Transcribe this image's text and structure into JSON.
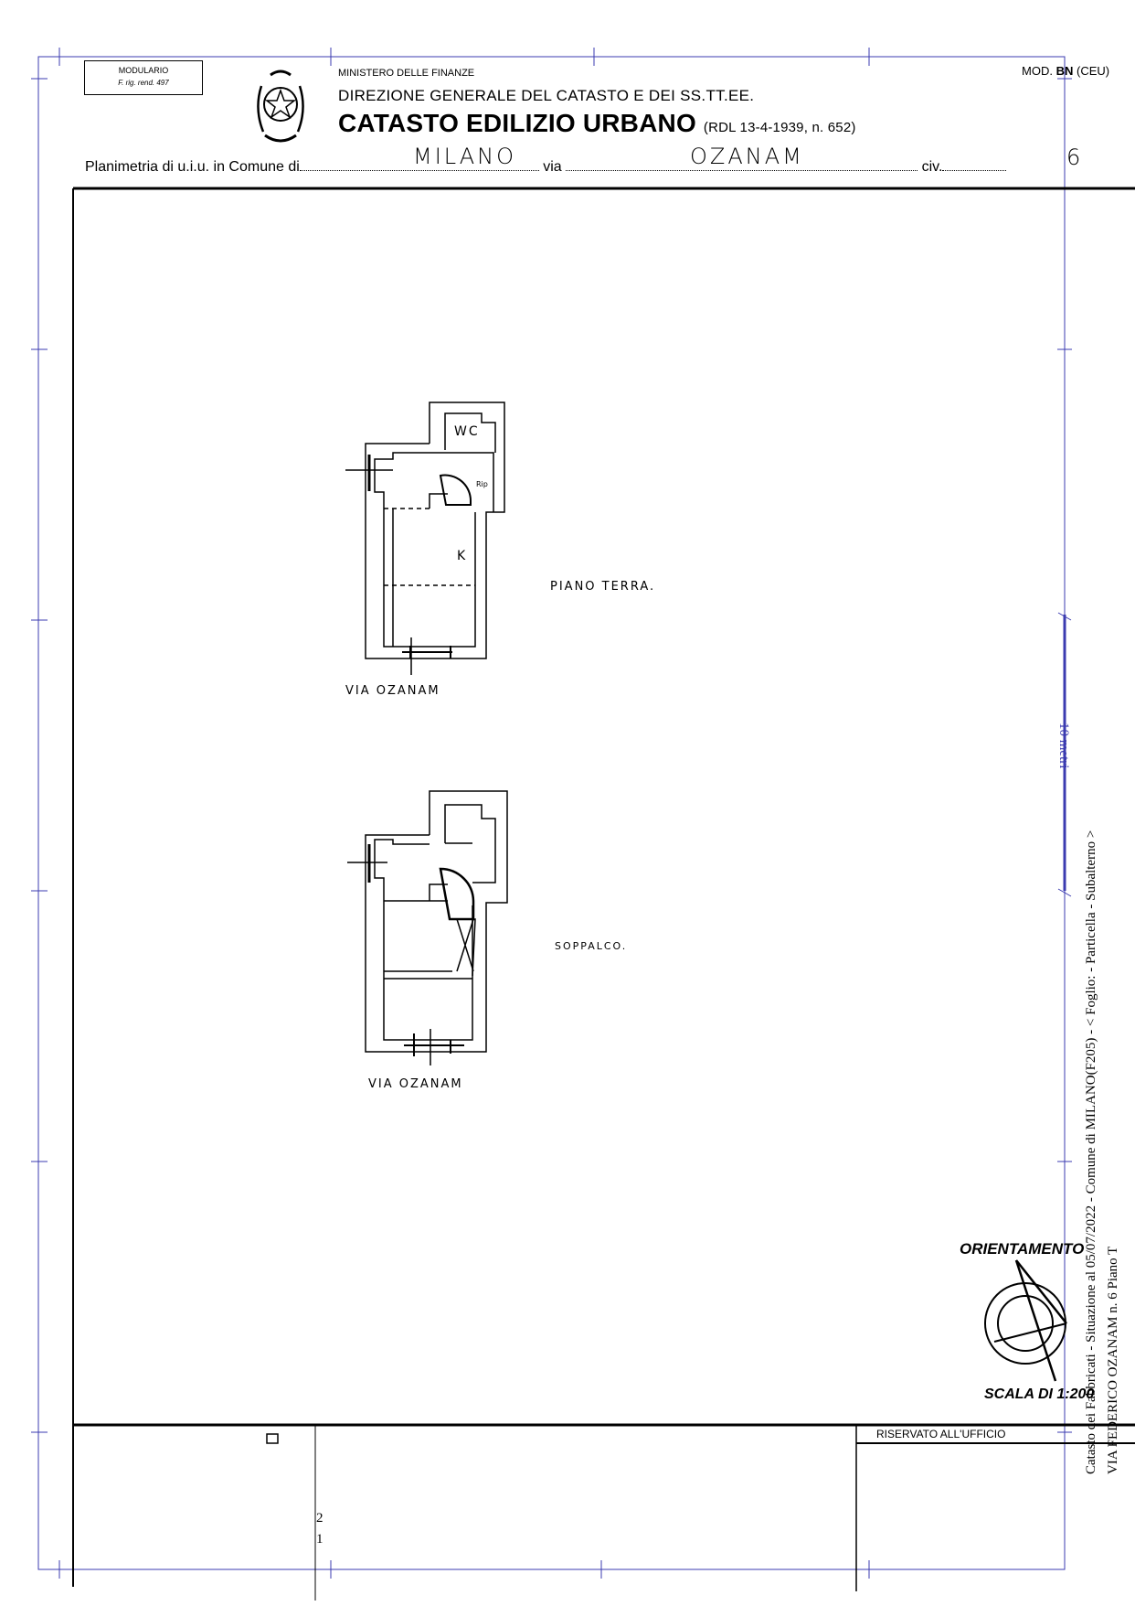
{
  "header": {
    "modulario_line1": "MODULARIO",
    "modulario_line2": "F. rig. rend. 497",
    "ministry": "MINISTERO DELLE FINANZE",
    "direction": "DIREZIONE GENERALE DEL CATASTO E DEI SS.TT.EE.",
    "title": "CATASTO EDILIZIO URBANO",
    "law_ref": "(RDL 13-4-1939, n. 652)",
    "model_prefix": "MOD.",
    "model_code": "BN",
    "model_suffix": "(CEU)"
  },
  "plan_line": {
    "label_comune": "Planimetria di u.i.u. in Comune di",
    "comune": "MILANO",
    "label_via": "via",
    "via": "OZANAM",
    "label_civ": "civ.",
    "civ": "6"
  },
  "plans": [
    {
      "floor_label": "PIANO TERRA.",
      "street_label": "VIA OZANAM",
      "room_labels": [
        "WC",
        "K",
        "Rip"
      ]
    },
    {
      "floor_label": "SOPPALCO.",
      "street_label": "VIA OZANAM"
    }
  ],
  "orientation": {
    "label": "ORIENTAMENTO",
    "scale": "SCALA DI 1:200"
  },
  "footer": {
    "reserved": "RISERVATO ALL'UFFICIO",
    "page_num_2": "2",
    "page_num_1": "1"
  },
  "side_stamp": {
    "line1": "Catasto dei Fabbricati - Situazione al 05/07/2022 - Comune di MILANO(F205) - < Foglio:     - Particella      - Subalterno     >",
    "line2": "VIA FEDERICO OZANAM n. 6 Piano T",
    "scale_bar_label": "10 metri"
  },
  "colors": {
    "frame_blue": "#3b3bb0",
    "ink": "#000000"
  }
}
